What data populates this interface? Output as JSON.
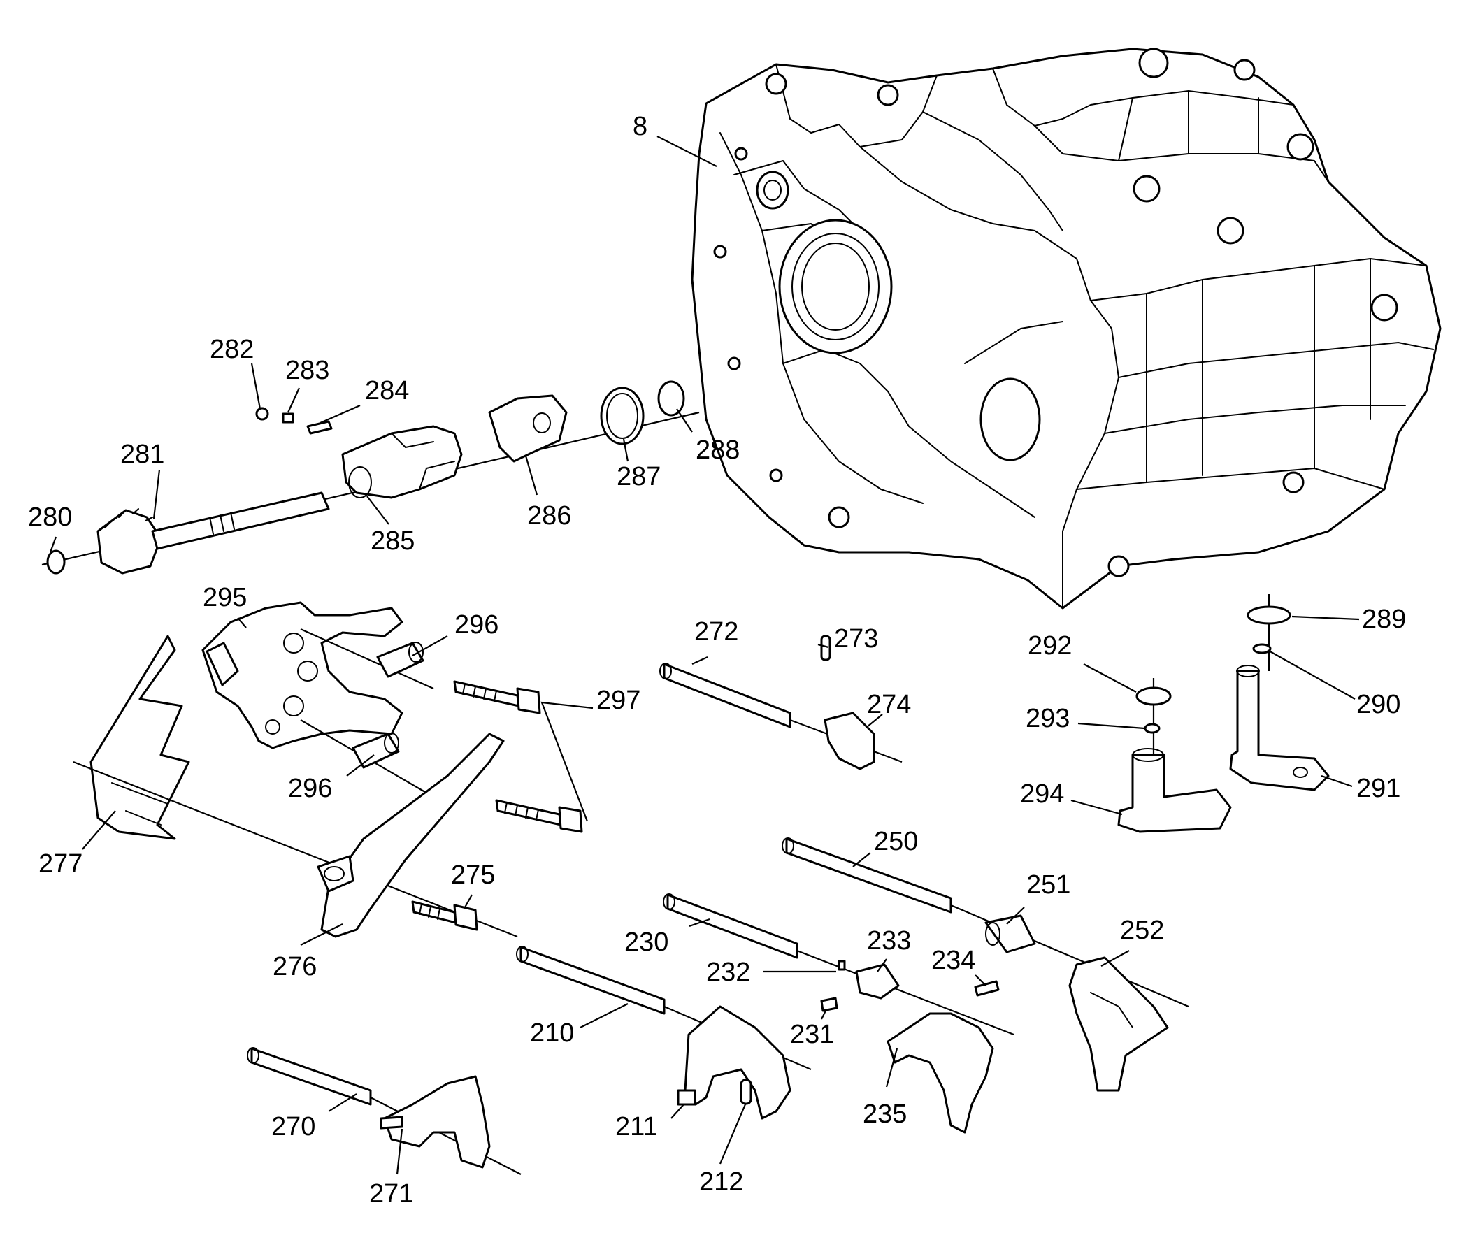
{
  "callouts": [
    {
      "id": "c-8",
      "text": "8"
    },
    {
      "id": "c-282",
      "text": "282"
    },
    {
      "id": "c-283",
      "text": "283"
    },
    {
      "id": "c-284",
      "text": "284"
    },
    {
      "id": "c-281",
      "text": "281"
    },
    {
      "id": "c-280",
      "text": "280"
    },
    {
      "id": "c-285",
      "text": "285"
    },
    {
      "id": "c-286",
      "text": "286"
    },
    {
      "id": "c-287",
      "text": "287"
    },
    {
      "id": "c-288",
      "text": "288"
    },
    {
      "id": "c-295",
      "text": "295"
    },
    {
      "id": "c-296a",
      "text": "296"
    },
    {
      "id": "c-296b",
      "text": "296"
    },
    {
      "id": "c-297",
      "text": "297"
    },
    {
      "id": "c-272",
      "text": "272"
    },
    {
      "id": "c-273",
      "text": "273"
    },
    {
      "id": "c-274",
      "text": "274"
    },
    {
      "id": "c-292",
      "text": "292"
    },
    {
      "id": "c-289",
      "text": "289"
    },
    {
      "id": "c-290",
      "text": "290"
    },
    {
      "id": "c-293",
      "text": "293"
    },
    {
      "id": "c-294",
      "text": "294"
    },
    {
      "id": "c-291",
      "text": "291"
    },
    {
      "id": "c-277",
      "text": "277"
    },
    {
      "id": "c-275",
      "text": "275"
    },
    {
      "id": "c-276",
      "text": "276"
    },
    {
      "id": "c-250",
      "text": "250"
    },
    {
      "id": "c-251",
      "text": "251"
    },
    {
      "id": "c-252",
      "text": "252"
    },
    {
      "id": "c-230",
      "text": "230"
    },
    {
      "id": "c-233",
      "text": "233"
    },
    {
      "id": "c-234",
      "text": "234"
    },
    {
      "id": "c-232",
      "text": "232"
    },
    {
      "id": "c-231",
      "text": "231"
    },
    {
      "id": "c-210",
      "text": "210"
    },
    {
      "id": "c-235",
      "text": "235"
    },
    {
      "id": "c-211",
      "text": "211"
    },
    {
      "id": "c-212",
      "text": "212"
    },
    {
      "id": "c-270",
      "text": "270"
    },
    {
      "id": "c-271",
      "text": "271"
    }
  ]
}
